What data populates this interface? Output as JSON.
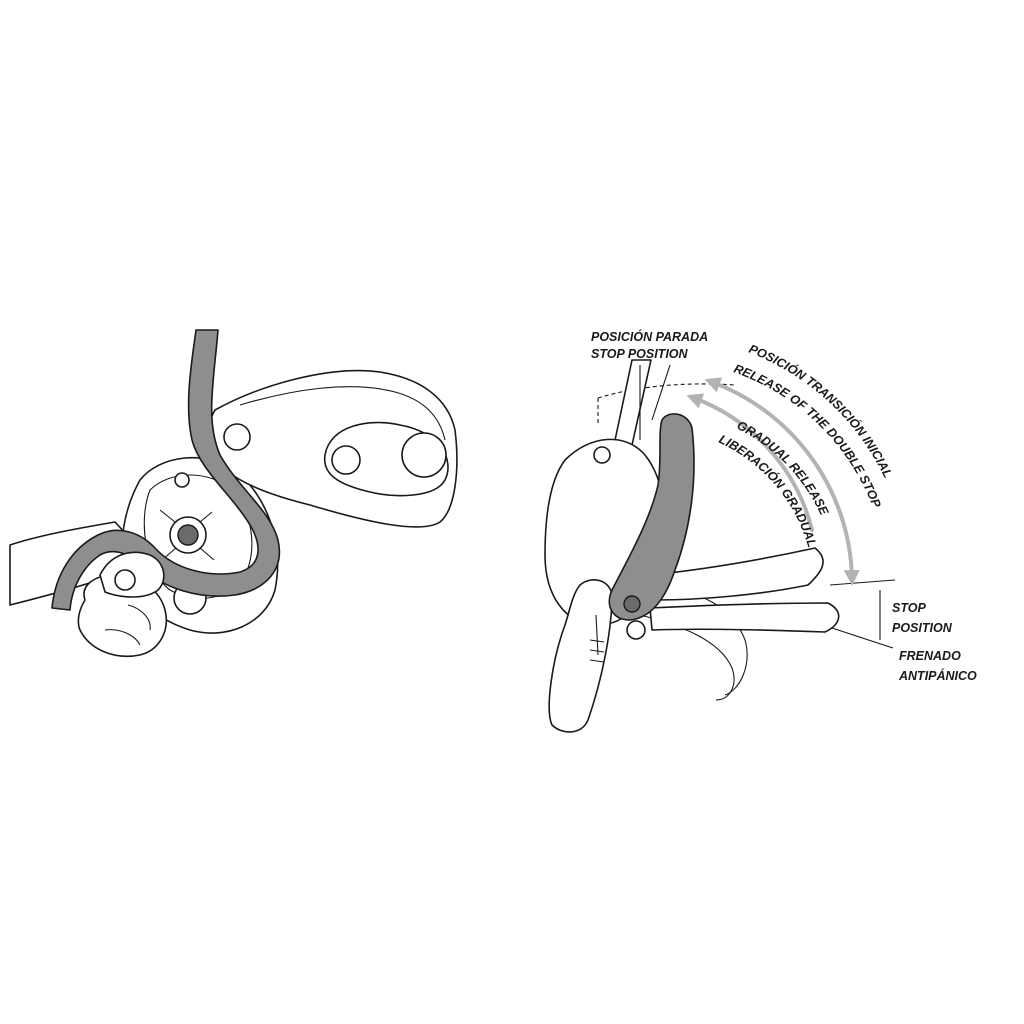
{
  "labels": {
    "stop_position_es": "POSICIÓN PARADA",
    "stop_position_en": "STOP POSITION",
    "transition_es": "POSICIÓN TRANSICIÓN INICIAL",
    "transition_en": "RELEASE OF THE DOUBLE STOP MODE",
    "gradual_en": "GRADUAL RELEASE",
    "gradual_es": "LIBERACIÓN GRADUAL",
    "stop_right_line1": "STOP",
    "stop_right_line2": "POSITION",
    "antipanic_line1": "FRENADO",
    "antipanic_line2": "ANTIPÁNICO"
  },
  "colors": {
    "rope_gray": "#8e8e8e",
    "arrow_gray": "#b3b3b3",
    "ink": "#1a1a1a",
    "background": "#ffffff"
  }
}
